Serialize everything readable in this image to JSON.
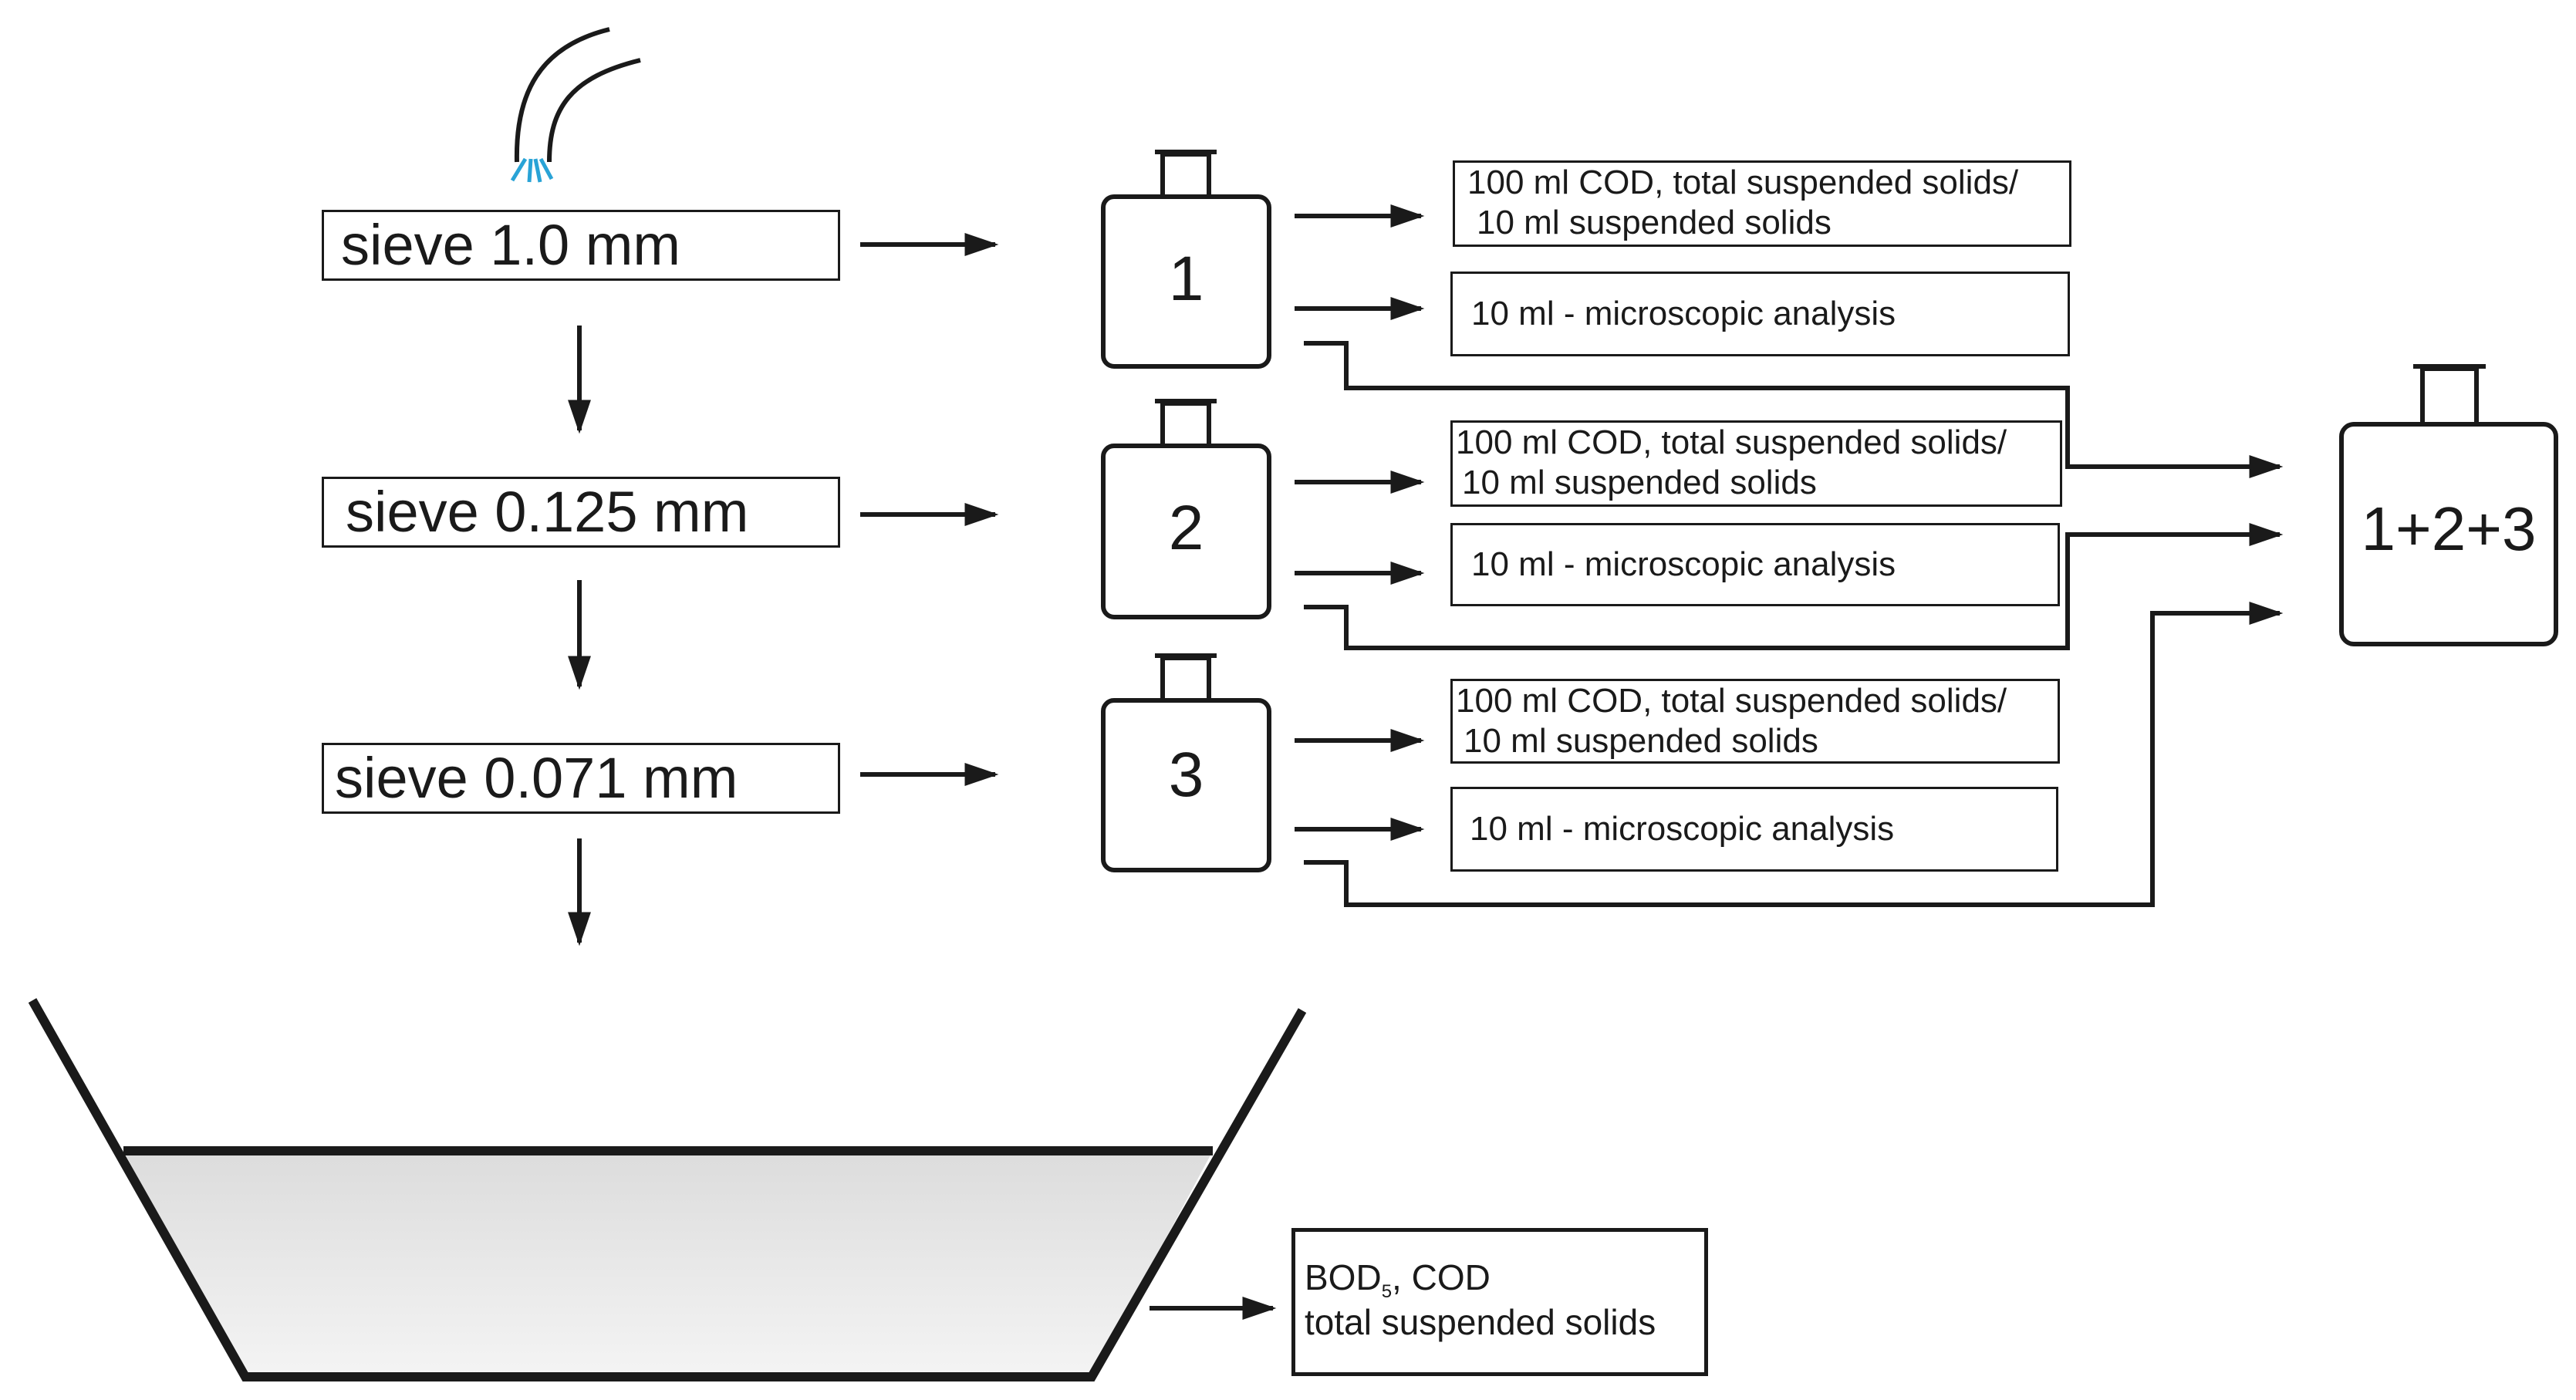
{
  "sieves": [
    {
      "label": "sieve 1.0 mm"
    },
    {
      "label": "sieve 0.125 mm"
    },
    {
      "label": "sieve 0.071 mm"
    }
  ],
  "bottles": [
    {
      "label": "1"
    },
    {
      "label": "2"
    },
    {
      "label": "3"
    }
  ],
  "analyses": [
    {
      "line1": "100 ml COD, total suspended solids/",
      "line2": "10 ml suspended solids",
      "micro": "10 ml - microscopic analysis"
    },
    {
      "line1": "100 ml COD, total suspended solids/",
      "line2": "10 ml suspended solids",
      "micro": "10 ml - microscopic analysis"
    },
    {
      "line1": "100 ml COD, total suspended solids/",
      "line2": "10 ml suspended solids",
      "micro": "10 ml - microscopic analysis"
    }
  ],
  "mixed_bottle": {
    "label": "1+2+3"
  },
  "tank_result": {
    "line1_main": "BOD",
    "line1_sub": "5",
    "line1_rest": ", COD",
    "line2": "total suspended solids"
  },
  "colors": {
    "stroke": "#1a1a1a",
    "water_jet": "#29a3d6",
    "tank_fill": "#e6e6e6"
  }
}
